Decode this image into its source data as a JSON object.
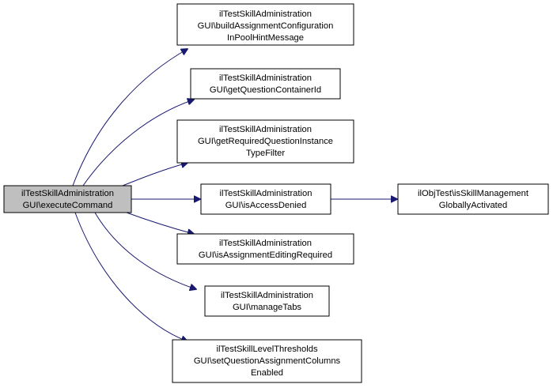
{
  "colors": {
    "root_fill": "#bfbfbf",
    "node_fill": "#ffffff",
    "border": "#000000",
    "edge": "#191970"
  },
  "nodes": {
    "root": {
      "lines": [
        "ilTestSkillAdministration",
        "GUI\\executeCommand"
      ]
    },
    "build_assignment": {
      "lines": [
        "ilTestSkillAdministration",
        "GUI\\buildAssignmentConfiguration",
        "InPoolHintMessage"
      ]
    },
    "get_question_container": {
      "lines": [
        "ilTestSkillAdministration",
        "GUI\\getQuestionContainerId"
      ]
    },
    "get_required_type": {
      "lines": [
        "ilTestSkillAdministration",
        "GUI\\getRequiredQuestionInstance",
        "TypeFilter"
      ]
    },
    "is_access_denied": {
      "lines": [
        "ilTestSkillAdministration",
        "GUI\\isAccessDenied"
      ]
    },
    "is_skill_mgmt": {
      "lines": [
        "ilObjTest\\isSkillManagement",
        "GloballyActivated"
      ]
    },
    "is_assignment_editing": {
      "lines": [
        "ilTestSkillAdministration",
        "GUI\\isAssignmentEditingRequired"
      ]
    },
    "manage_tabs": {
      "lines": [
        "ilTestSkillAdministration",
        "GUI\\manageTabs"
      ]
    },
    "set_question_columns": {
      "lines": [
        "ilTestSkillLevelThresholds",
        "GUI\\setQuestionAssignmentColumns",
        "Enabled"
      ]
    }
  }
}
